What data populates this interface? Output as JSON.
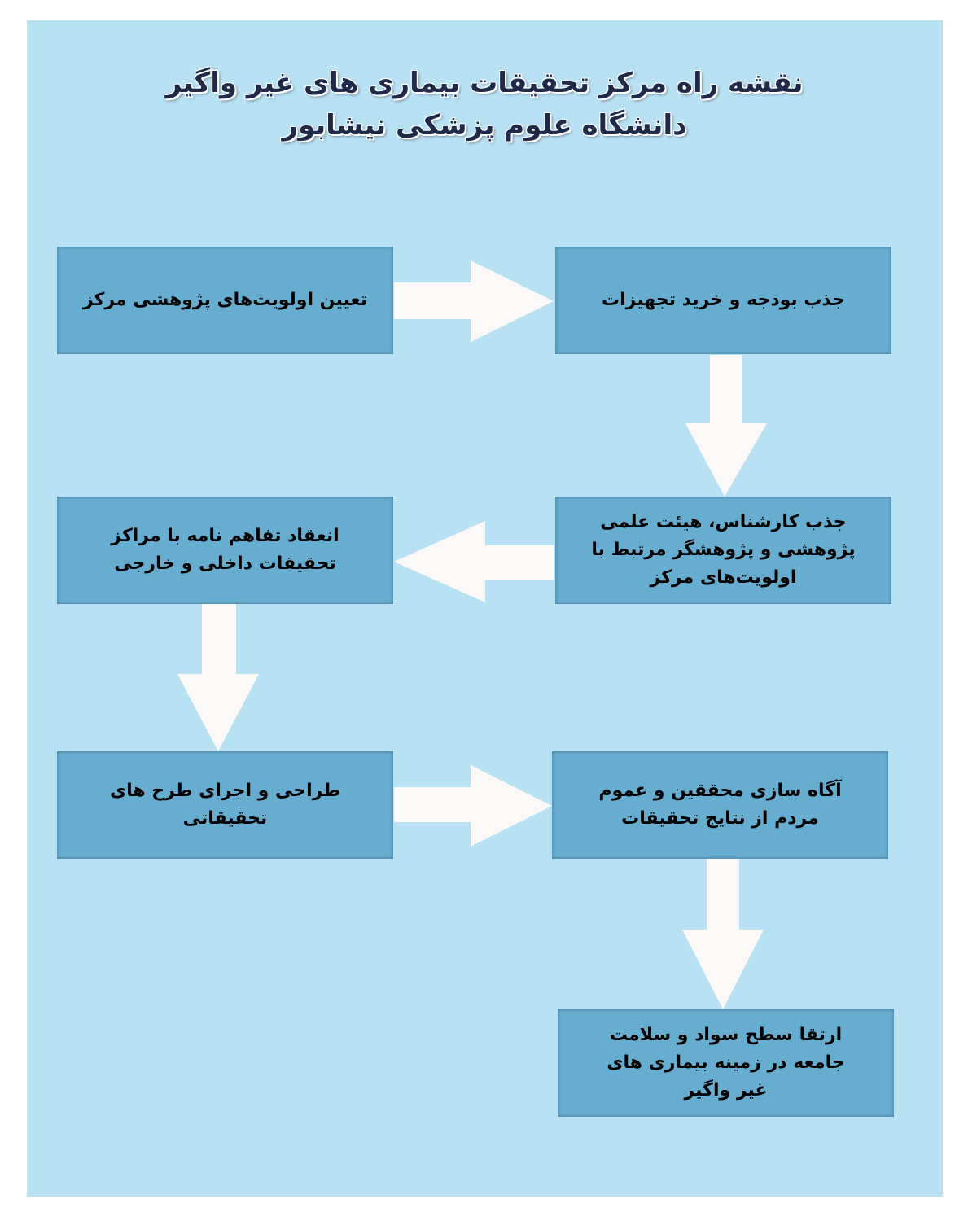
{
  "title": {
    "line1": "نقشه راه مرکز تحقیقات بیماری های غیر واگیر",
    "line2": "دانشگاه علوم پزشکی نیشابور"
  },
  "steps": [
    {
      "text": "تعیین اولویت‌های پژوهشی مرکز"
    },
    {
      "text": "جذب بودجه و خرید تجهیزات"
    },
    {
      "text": "جذب کارشناس، هیئت علمی پژوهشی و پژوهشگر مرتبط با اولویت‌های مرکز"
    },
    {
      "text": "انعقاد تفاهم نامه با مراکز تحقیقات داخلی و خارجی"
    },
    {
      "text": "طراحی و اجرای طرح های تحقیقاتی"
    },
    {
      "text": "آگاه سازی محققین و عموم مردم از نتایج تحقیقات"
    },
    {
      "text": "ارتقا سطح سواد و سلامت جامعه در زمینه بیماری های غیر واگیر"
    }
  ],
  "colors": {
    "background": "#b8e1f4",
    "box": "#66add0",
    "arrow": "#faf9f8",
    "title": "#1f2a4a"
  }
}
